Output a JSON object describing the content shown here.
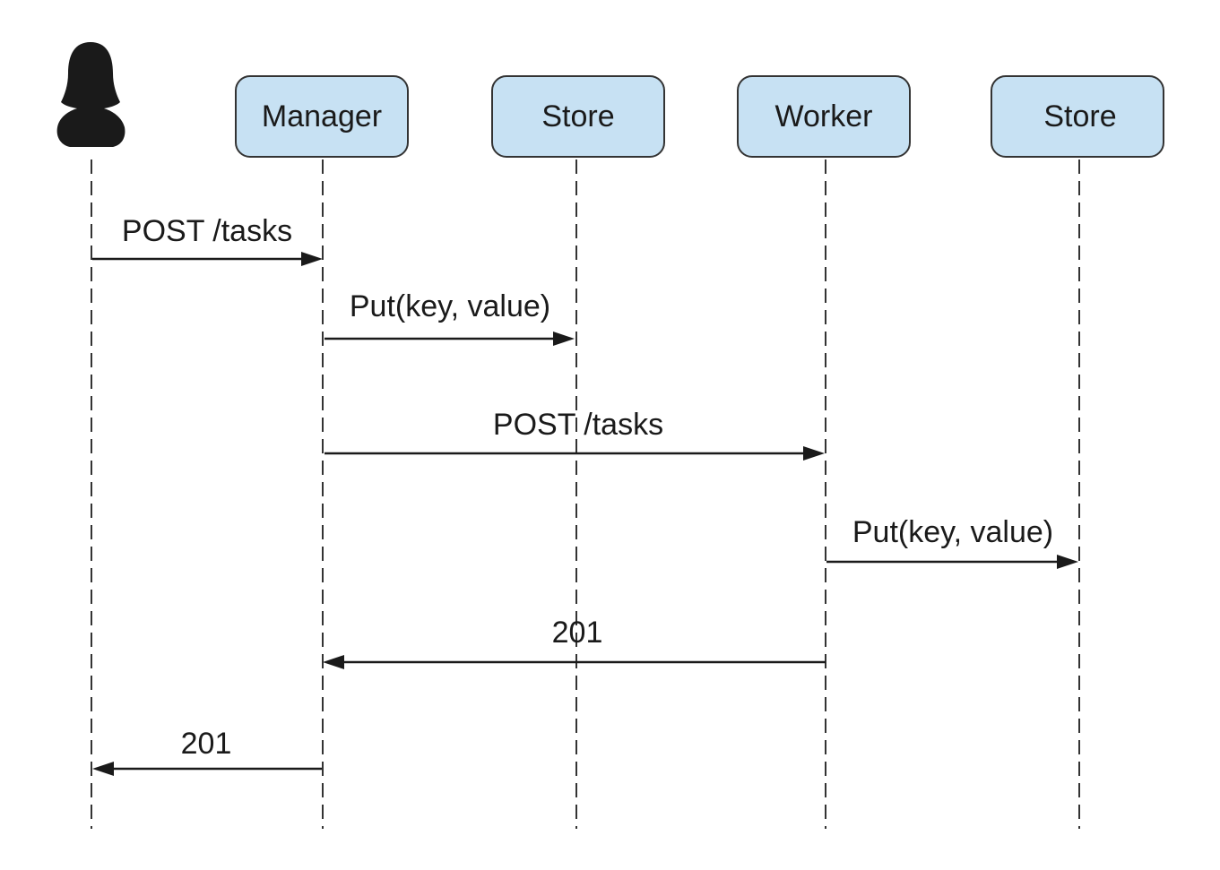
{
  "actor": {
    "icon": "user-icon"
  },
  "participants": [
    {
      "id": "manager",
      "label": "Manager"
    },
    {
      "id": "store-1",
      "label": "Store"
    },
    {
      "id": "worker",
      "label": "Worker"
    },
    {
      "id": "store-2",
      "label": "Store"
    }
  ],
  "messages": [
    {
      "from": "actor",
      "to": "manager",
      "label": "POST /tasks"
    },
    {
      "from": "manager",
      "to": "store-1",
      "label": "Put(key, value)"
    },
    {
      "from": "manager",
      "to": "worker",
      "label": "POST /tasks"
    },
    {
      "from": "worker",
      "to": "store-2",
      "label": "Put(key, value)"
    },
    {
      "from": "worker",
      "to": "manager",
      "label": "201"
    },
    {
      "from": "manager",
      "to": "actor",
      "label": "201"
    }
  ],
  "colors": {
    "participant_fill": "#c7e1f3",
    "outline": "#333333",
    "ink": "#1a1a1a"
  }
}
